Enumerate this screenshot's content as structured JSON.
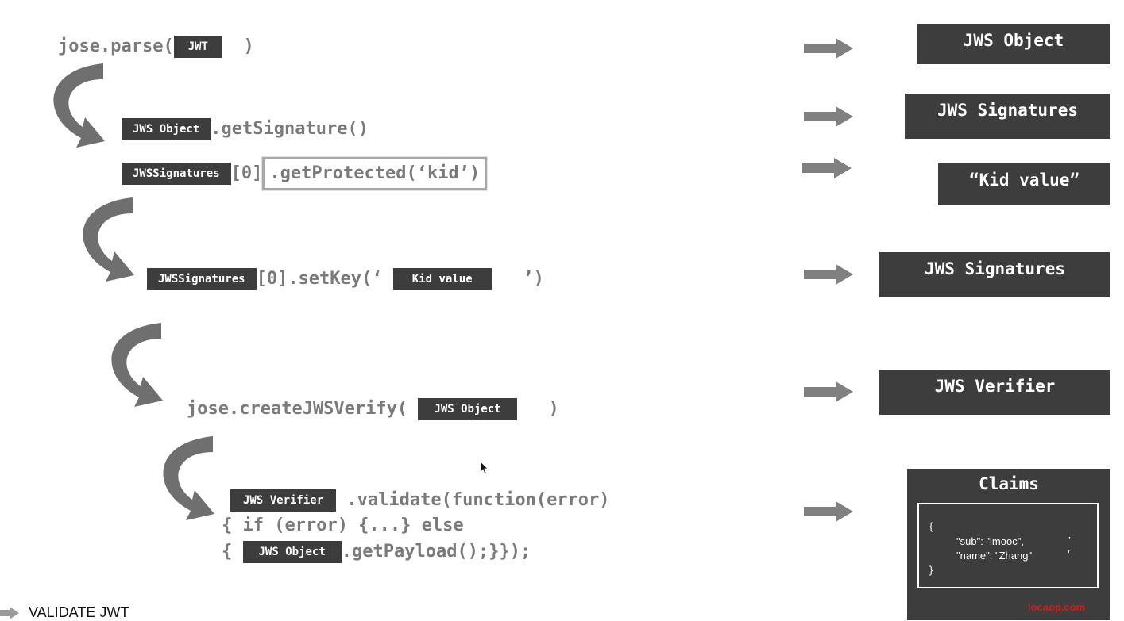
{
  "steps": {
    "parse": {
      "prefix": "jose.parse(",
      "tag": "JWT",
      "suffix": ")"
    },
    "get_signature": {
      "tag": "JWS Object",
      "suffix": ".getSignature()"
    },
    "get_protected": {
      "tag": "JWSSignatures",
      "index": "[0]",
      "dot": ".",
      "call": "getProtected(‘kid’)"
    },
    "set_key": {
      "tag": "JWSSignatures",
      "middle": "[0].setKey(‘",
      "tag2": "Kid value",
      "suffix": "’)"
    },
    "create_verify": {
      "prefix": "jose.createJWSVerify(",
      "tag": "JWS Object",
      "suffix": ")"
    },
    "validate": {
      "tag": "JWS Verifier",
      "suffix": ".validate(function(error)",
      "line2": "{ if (error) {...} else",
      "line3_prefix": "{",
      "line3_tag": "JWS Object",
      "line3_suffix": ".getPayload();}});"
    }
  },
  "outputs": [
    "JWS Object",
    "JWS Signatures",
    "“Kid value”",
    "JWS Signatures",
    "JWS Verifier"
  ],
  "claims": {
    "title": "Claims",
    "open": "{",
    "line1": "\"sub\": \"imooc\",",
    "line2": "\"name\": \"Zhang\"",
    "close": "}",
    "mark1": "’",
    "mark2": "’"
  },
  "watermark": "locaop.com",
  "caption": "VALIDATE JWT",
  "colors": {
    "box": "#3d3d3d",
    "code": "#7a7a7a",
    "arrow": "#808080",
    "watermark": "#cc1f1f"
  }
}
